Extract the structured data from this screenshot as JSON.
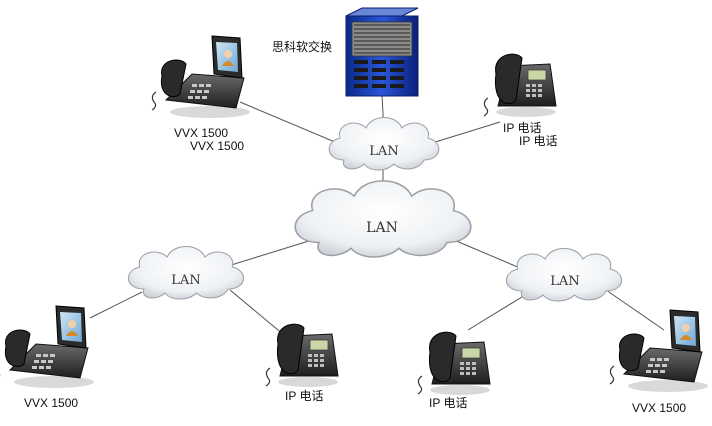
{
  "switch": {
    "label": "思科软交换"
  },
  "clouds": {
    "top": "LAN",
    "center": "LAN",
    "left": "LAN",
    "right": "LAN"
  },
  "devices": {
    "vvx_topleft": {
      "label_a": "VVX 1500",
      "label_b": "VVX 1500"
    },
    "ip_topright": {
      "label_a": "IP 电话",
      "label_b": "IP 电话"
    },
    "vvx_bottomleft": {
      "label": "VVX 1500"
    },
    "ip_bottomleft": {
      "label": "IP 电话"
    },
    "ip_bottomright": {
      "label": "IP 电话"
    },
    "vvx_bottomright": {
      "label": "VVX 1500"
    }
  }
}
